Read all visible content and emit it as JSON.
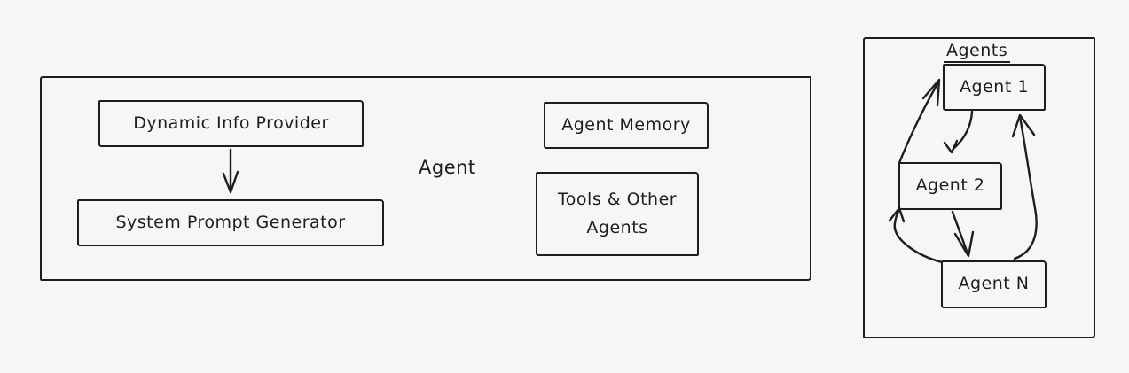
{
  "colors": {
    "stroke": "#1e1e1e",
    "background": "#f6f6f7"
  },
  "agent_group": {
    "label": "Agent",
    "dynamic_info_provider": "Dynamic Info Provider",
    "system_prompt_generator": "System Prompt Generator",
    "agent_memory": "Agent Memory",
    "tools_other_agents": "Tools & Other Agents"
  },
  "agents_group": {
    "title": "Agents",
    "nodes": [
      {
        "label": "Agent 1"
      },
      {
        "label": "Agent 2"
      },
      {
        "label": "Agent N"
      }
    ]
  }
}
